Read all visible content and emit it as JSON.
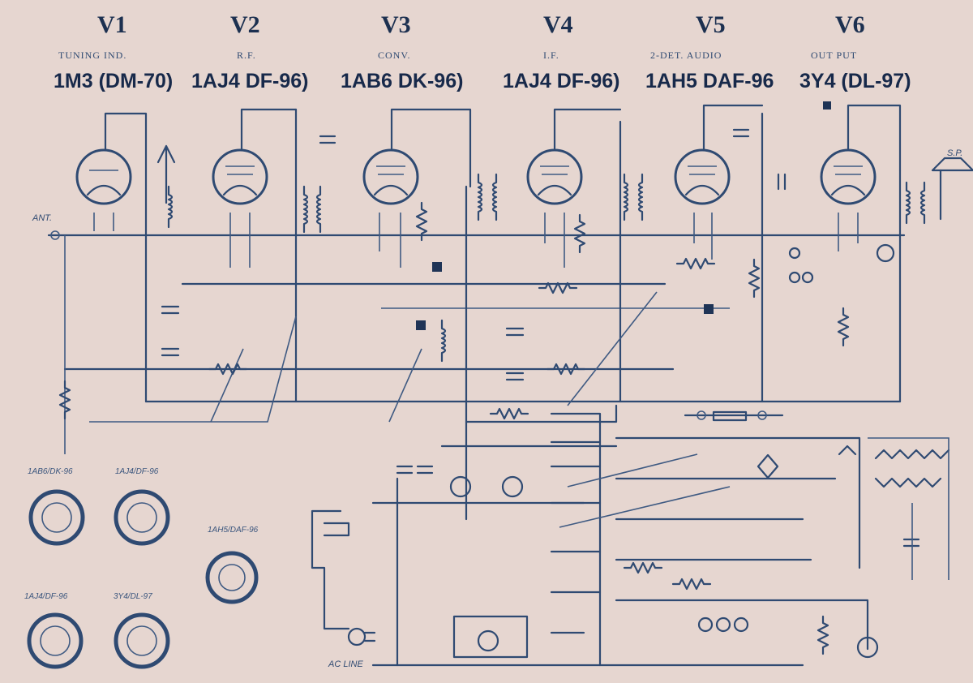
{
  "stages": [
    {
      "id": "V1",
      "sub": "1",
      "func": "TUNING IND.",
      "tube": "1M3 (DM-70)"
    },
    {
      "id": "V2",
      "sub": "2",
      "func": "R.F.",
      "tube": "1AJ4 DF-96)"
    },
    {
      "id": "V3",
      "sub": "3",
      "func": "CONV.",
      "tube": "1AB6 DK-96)"
    },
    {
      "id": "V4",
      "sub": "4",
      "func": "I.F.",
      "tube": "1AJ4 DF-96)"
    },
    {
      "id": "V5",
      "sub": "5",
      "func": "2-DET. AUDIO",
      "tube": "1AH5 DAF-96"
    },
    {
      "id": "V6",
      "sub": "6",
      "func": "OUT PUT",
      "tube": "3Y4 (DL-97)"
    }
  ],
  "labels": {
    "ant": "ANT.",
    "sp": "S.P.",
    "ac_line": "AC LINE",
    "sockets": [
      "1AB6/DK-96",
      "1AJ4/DF-96",
      "1AH5/DAF-96",
      "1AJ4/DF-96",
      "3Y4/DL-97"
    ]
  },
  "colors": {
    "paper": "#e6d6d0",
    "ink": "#2f4a72",
    "dark_ink": "#17294a"
  }
}
